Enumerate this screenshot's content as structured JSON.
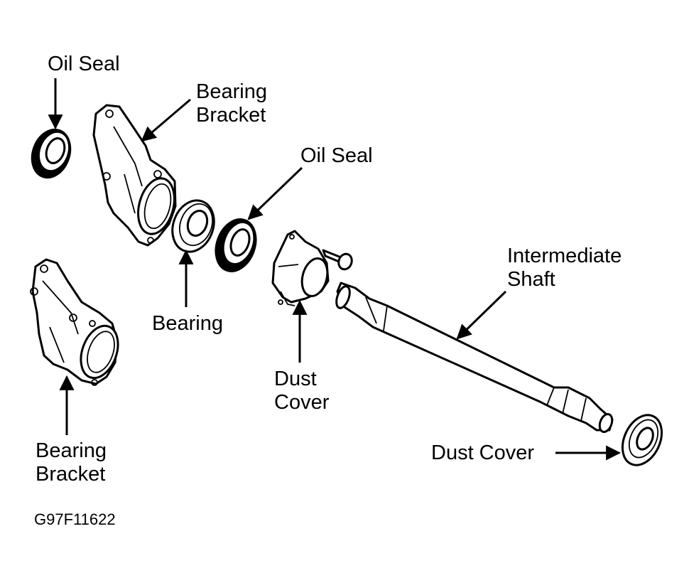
{
  "labels": {
    "oil_seal_1": "Oil Seal",
    "bearing_bracket_1_line1": "Bearing",
    "bearing_bracket_1_line2": "Bracket",
    "oil_seal_2": "Oil Seal",
    "intermediate_shaft_line1": "Intermediate",
    "intermediate_shaft_line2": "Shaft",
    "bearing": "Bearing",
    "dust_cover_1_line1": "Dust",
    "dust_cover_1_line2": "Cover",
    "bearing_bracket_2_line1": "Bearing",
    "bearing_bracket_2_line2": "Bracket",
    "dust_cover_2": "Dust Cover"
  },
  "figure_code": "G97F11622"
}
